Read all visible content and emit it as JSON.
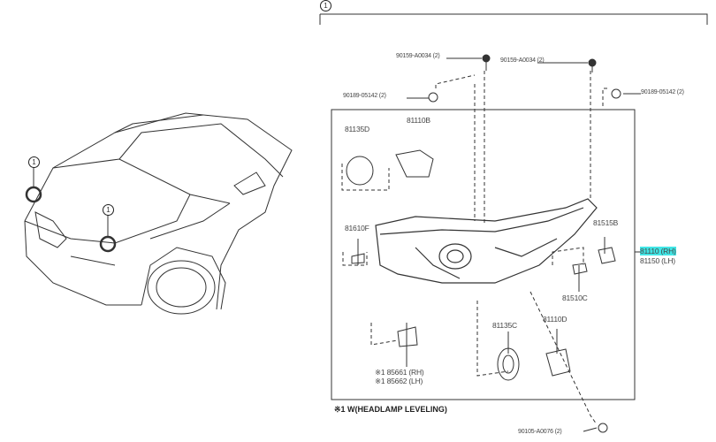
{
  "callout_number": "1",
  "labels": {
    "bolt_a_left": "90159-A0034 (2)",
    "bolt_a_right": "90159-A0034 (2)",
    "nut_left": "90189-05142 (2)",
    "nut_right": "90189-05142 (2)",
    "bulb_81110b": "81110B",
    "cap_81135d": "81135D",
    "bulb_81610f": "81610F",
    "socket_81515b": "81515B",
    "headlamp_rh": "81110 (RH)",
    "headlamp_lh": "81150 (LH)",
    "bulb_81510c": "81510C",
    "cap_81135c": "81135C",
    "bulb_81110d": "81110D",
    "actuator_rh": "※1 85661 (RH)",
    "actuator_lh": "※1 85662 (LH)",
    "bolt_bottom": "90105-A0076 (2)"
  },
  "footnote": "※1 W(HEADLAMP LEVELING)",
  "colors": {
    "highlight": "#41e6e6",
    "line": "#222222"
  }
}
